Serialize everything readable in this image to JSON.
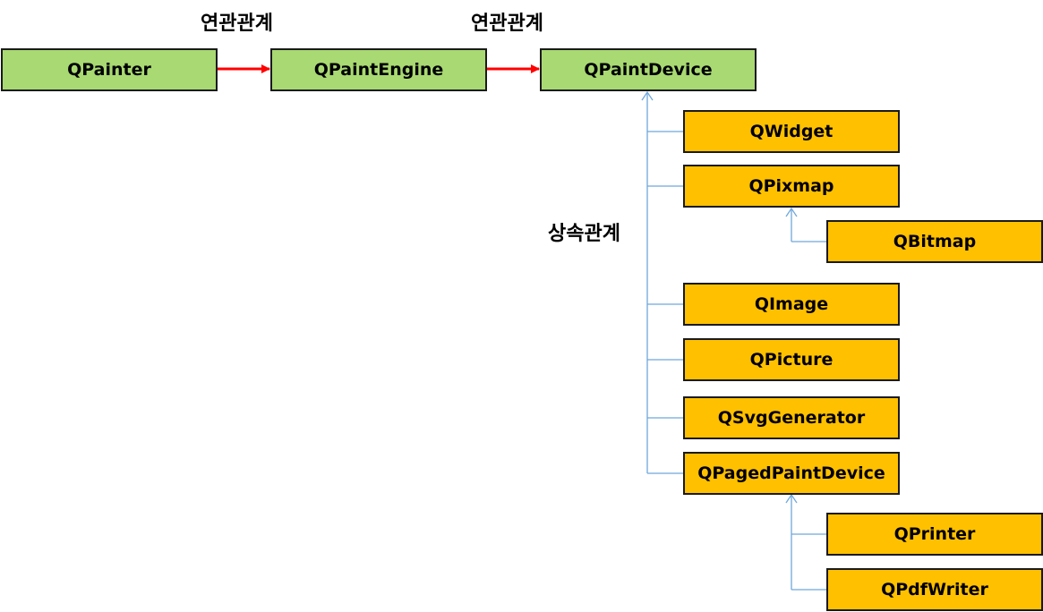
{
  "labels": {
    "assoc1": "연관관계",
    "assoc2": "연관관계",
    "inherit": "상속관계"
  },
  "colors": {
    "association_arrow": "#ff0000",
    "inheritance_line": "#6fa8dc",
    "top_box_fill": "#a9d972",
    "sub_box_fill": "#ffc000"
  },
  "nodes": {
    "qpainter": "QPainter",
    "qpaintengine": "QPaintEngine",
    "qpaintdevice": "QPaintDevice",
    "qwidget": "QWidget",
    "qpixmap": "QPixmap",
    "qbitmap": "QBitmap",
    "qimage": "QImage",
    "qpicture": "QPicture",
    "qsvggenerator": "QSvgGenerator",
    "qpagedpaintdevice": "QPagedPaintDevice",
    "qprinter": "QPrinter",
    "qpdfwriter": "QPdfWriter"
  }
}
